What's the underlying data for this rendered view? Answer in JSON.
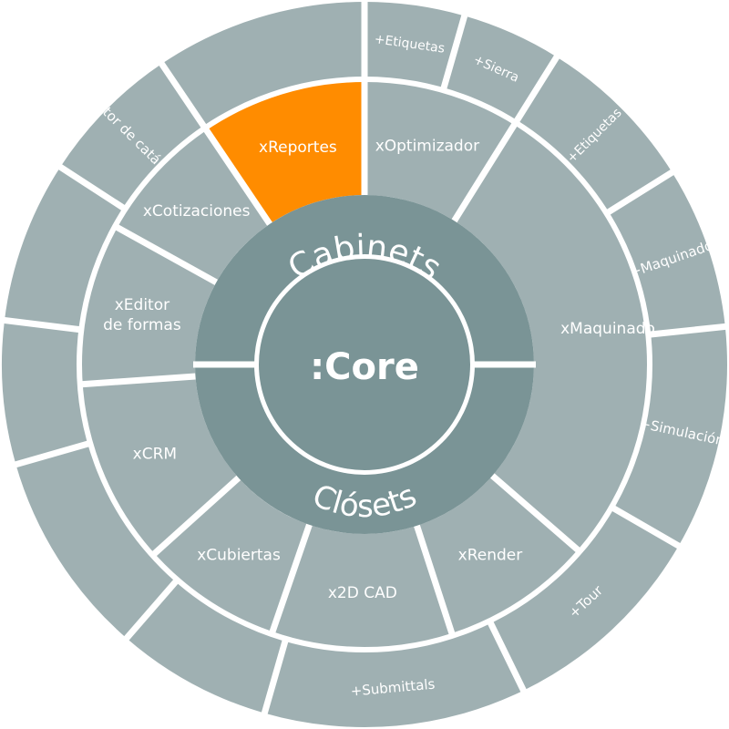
{
  "core": {
    "label": ":Core"
  },
  "platforms": [
    {
      "id": "cabinets",
      "label": "Cabinets"
    },
    {
      "id": "closets",
      "label": "Clósets"
    }
  ],
  "modules": [
    {
      "id": "xreportes",
      "lines": [
        "xReportes"
      ],
      "highlighted": true
    },
    {
      "id": "xoptimizador",
      "lines": [
        "xOptimizador"
      ],
      "highlighted": false
    },
    {
      "id": "xmaquinado",
      "lines": [
        "xMaquinado"
      ],
      "highlighted": false
    },
    {
      "id": "xrender",
      "lines": [
        "xRender"
      ],
      "highlighted": false
    },
    {
      "id": "x2dcad",
      "lines": [
        "x2D CAD"
      ],
      "highlighted": false
    },
    {
      "id": "xcubiertas",
      "lines": [
        "xCubiertas"
      ],
      "highlighted": false
    },
    {
      "id": "xcrm",
      "lines": [
        "xCRM"
      ],
      "highlighted": false
    },
    {
      "id": "xeditor-formas",
      "lines": [
        "xEditor",
        "de formas"
      ],
      "highlighted": false
    },
    {
      "id": "xcotizaciones",
      "lines": [
        "xCotizaciones"
      ],
      "highlighted": false
    }
  ],
  "addons": [
    {
      "id": "etiquetas-top",
      "label": "+Etiquetas"
    },
    {
      "id": "sierra",
      "label": "+Sierra"
    },
    {
      "id": "etiquetas-right",
      "label": "+Etiquetas"
    },
    {
      "id": "maquinado",
      "label": "+Maquinado"
    },
    {
      "id": "simulacion",
      "label": "+Simulación"
    },
    {
      "id": "tour",
      "label": "+Tour"
    },
    {
      "id": "submittals",
      "label": "+Submittals"
    },
    {
      "id": "editor-catalogos",
      "label": "+Editor de catálogos"
    }
  ],
  "colors": {
    "segment": "#9fb0b2",
    "platform": "#7a9496",
    "core": "#7a9496",
    "highlight": "#ff8c00",
    "separator": "#ffffff",
    "text": "#ffffff"
  }
}
